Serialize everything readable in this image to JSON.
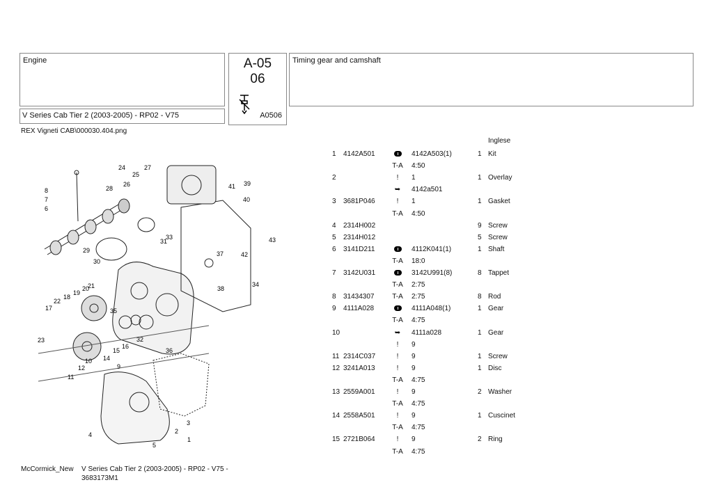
{
  "header": {
    "section": "Engine",
    "model_line": "V Series Cab Tier 2 (2003-2005) - RP02 - V75",
    "code_line1": "A-05",
    "code_line2": "06",
    "code_small": "A0506",
    "title": "Timing gear and camshaft"
  },
  "file_ref": "REX Vigneti CAB\\000030.404.png",
  "language": "Inglese",
  "rows": [
    {
      "no": "1",
      "pn": "4142A501",
      "sym": "disc",
      "ref": "4142A503(1)",
      "qty": "1",
      "desc": "Kit"
    },
    {
      "no": "",
      "pn": "",
      "sym": "T-A",
      "ref": "4:50",
      "qty": "",
      "desc": ""
    },
    {
      "no": "2",
      "pn": "",
      "sym": "!",
      "ref": "1",
      "qty": "1",
      "desc": "Overlay"
    },
    {
      "no": "",
      "pn": "",
      "sym": "arrow",
      "ref": "4142a501",
      "qty": "",
      "desc": ""
    },
    {
      "no": "3",
      "pn": "3681P046",
      "sym": "!",
      "ref": "1",
      "qty": "1",
      "desc": "Gasket"
    },
    {
      "no": "",
      "pn": "",
      "sym": "T-A",
      "ref": "4:50",
      "qty": "",
      "desc": ""
    },
    {
      "no": "4",
      "pn": "2314H002",
      "sym": "",
      "ref": "",
      "qty": "9",
      "desc": "Screw"
    },
    {
      "no": "5",
      "pn": "2314H012",
      "sym": "",
      "ref": "",
      "qty": "5",
      "desc": "Screw"
    },
    {
      "no": "6",
      "pn": "3141D211",
      "sym": "disc",
      "ref": "4112K041(1)",
      "qty": "1",
      "desc": "Shaft"
    },
    {
      "no": "",
      "pn": "",
      "sym": "T-A",
      "ref": "18:0",
      "qty": "",
      "desc": ""
    },
    {
      "no": "7",
      "pn": "3142U031",
      "sym": "disc",
      "ref": "3142U991(8)",
      "qty": "8",
      "desc": "Tappet"
    },
    {
      "no": "",
      "pn": "",
      "sym": "T-A",
      "ref": "2:75",
      "qty": "",
      "desc": ""
    },
    {
      "no": "8",
      "pn": "31434307",
      "sym": "T-A",
      "ref": "2:75",
      "qty": "8",
      "desc": "Rod"
    },
    {
      "no": "9",
      "pn": "4111A028",
      "sym": "disc",
      "ref": "4111A048(1)",
      "qty": "1",
      "desc": "Gear"
    },
    {
      "no": "",
      "pn": "",
      "sym": "T-A",
      "ref": "4:75",
      "qty": "",
      "desc": ""
    },
    {
      "no": "10",
      "pn": "",
      "sym": "arrow",
      "ref": "4111a028",
      "qty": "1",
      "desc": "Gear"
    },
    {
      "no": "",
      "pn": "",
      "sym": "!",
      "ref": "9",
      "qty": "",
      "desc": ""
    },
    {
      "no": "11",
      "pn": "2314C037",
      "sym": "!",
      "ref": "9",
      "qty": "1",
      "desc": "Screw"
    },
    {
      "no": "12",
      "pn": "3241A013",
      "sym": "!",
      "ref": "9",
      "qty": "1",
      "desc": "Disc"
    },
    {
      "no": "",
      "pn": "",
      "sym": "T-A",
      "ref": "4:75",
      "qty": "",
      "desc": ""
    },
    {
      "no": "13",
      "pn": "2559A001",
      "sym": "!",
      "ref": "9",
      "qty": "2",
      "desc": "Washer"
    },
    {
      "no": "",
      "pn": "",
      "sym": "T-A",
      "ref": "4:75",
      "qty": "",
      "desc": ""
    },
    {
      "no": "14",
      "pn": "2558A501",
      "sym": "!",
      "ref": "9",
      "qty": "1",
      "desc": "Cuscinet"
    },
    {
      "no": "",
      "pn": "",
      "sym": "T-A",
      "ref": "4:75",
      "qty": "",
      "desc": ""
    },
    {
      "no": "15",
      "pn": "2721B064",
      "sym": "!",
      "ref": "9",
      "qty": "2",
      "desc": "Ring"
    },
    {
      "no": "",
      "pn": "",
      "sym": "T-A",
      "ref": "4:75",
      "qty": "",
      "desc": ""
    }
  ],
  "diagram_labels": [
    "24",
    "27",
    "25",
    "26",
    "28",
    "8",
    "7",
    "6",
    "41",
    "39",
    "40",
    "33",
    "31",
    "43",
    "42",
    "29",
    "30",
    "37",
    "38",
    "34",
    "21",
    "20",
    "19",
    "18",
    "22",
    "17",
    "35",
    "36",
    "32",
    "23",
    "16",
    "15",
    "14",
    "10",
    "12",
    "11",
    "9",
    "3",
    "2",
    "4",
    "5",
    "1"
  ],
  "footer": {
    "brand": "McCormick_New",
    "model": "V Series Cab Tier 2 (2003-2005) - RP02 - V75 - 3683173M1"
  }
}
